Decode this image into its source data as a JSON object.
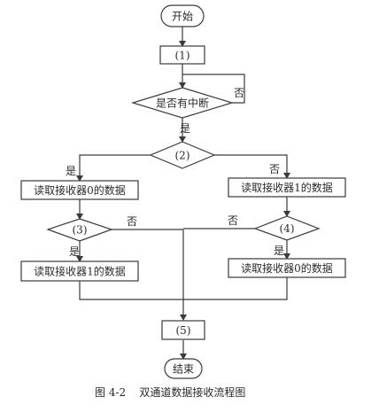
{
  "flowchart": {
    "start": "开始",
    "step1": "(1)",
    "decision_interrupt": "是否有中断",
    "decision_interrupt_no": "否",
    "decision_interrupt_yes": "是",
    "decision2": "(2)",
    "decision2_yes": "是",
    "decision2_no": "否",
    "read_receiver0_left": "读取接收器0的数据",
    "read_receiver1_right": "读取接收器1的数据",
    "decision3": "(3)",
    "decision3_yes": "是",
    "decision3_no": "否",
    "decision4": "(4)",
    "decision4_yes": "是",
    "decision4_no": "否",
    "read_receiver1_left": "读取接收器1的数据",
    "read_receiver0_right": "读取接收器0的数据",
    "step5": "(5)",
    "end": "结束"
  },
  "caption": "图 4-2    双通道数据接收流程图"
}
